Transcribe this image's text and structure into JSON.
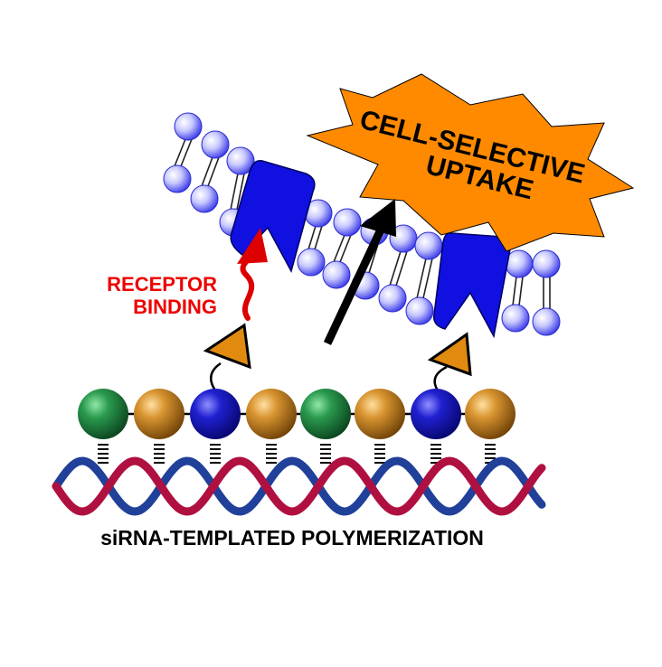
{
  "labels": {
    "uptake_line1": "CELL-SELECTIVE",
    "uptake_line2": "UPTAKE",
    "receptor_line1": "RECEPTOR",
    "receptor_line2": "BINDING",
    "template": "siRNA-TEMPLATED POLYMERIZATION"
  },
  "colors": {
    "burst": "#ff8a00",
    "receptor": "#1010e0",
    "lipid_head": "#4a4aff",
    "ligand": "#e08a10",
    "receptor_label": "#ee0000",
    "arrow_uptake": "#000000",
    "arrow_binding": "#dd0000",
    "helix_strand_a": "#b01040",
    "helix_strand_b": "#20409a",
    "monomer_green": "#1a7a3a",
    "monomer_orange": "#c8841c",
    "monomer_blue": "#1a18c8"
  },
  "polymer": {
    "monomers": [
      "green",
      "orange",
      "blue",
      "orange",
      "green",
      "orange",
      "blue",
      "orange"
    ]
  }
}
